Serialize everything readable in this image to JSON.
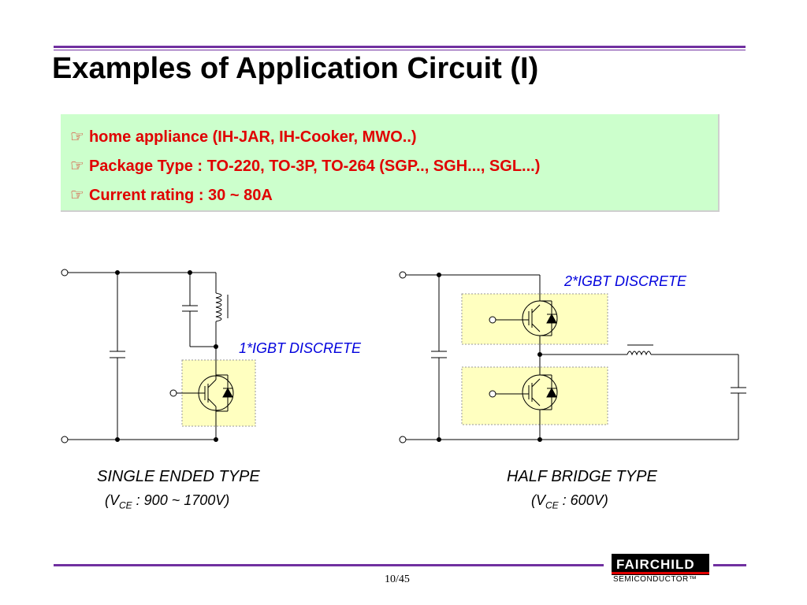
{
  "slide": {
    "title": "Examples of Application Circuit (I)",
    "bullets": [
      "home appliance  (IH-JAR, IH-Cooker, MWO..)",
      "Package Type : TO-220, TO-3P, TO-264 (SGP.., SGH..., SGL...)",
      "Current rating : 30 ~ 80A"
    ],
    "bullet_icon": "pointing-hand-icon",
    "colors": {
      "accent_rule": "#7030a0",
      "bullet_text": "#e00000",
      "box_bg": "#ccffcc",
      "igbt_module_bg": "#ffffc0",
      "label_blue": "#0000dd"
    }
  },
  "circuit_single": {
    "module_label": "1*IGBT DISCRETE",
    "type_label": "SINGLE ENDED TYPE",
    "vce_prefix": "(V",
    "vce_sub": "CE",
    "vce_suffix": " : 900 ~ 1700V)"
  },
  "circuit_half": {
    "module_label": "2*IGBT DISCRETE",
    "type_label": "HALF BRIDGE TYPE",
    "vce_prefix": "(V",
    "vce_sub": "CE",
    "vce_suffix": " : 600V)"
  },
  "footer": {
    "page": "10/45",
    "logo_word": "FAIRCHILD",
    "logo_sub": "SEMICONDUCTOR™"
  }
}
